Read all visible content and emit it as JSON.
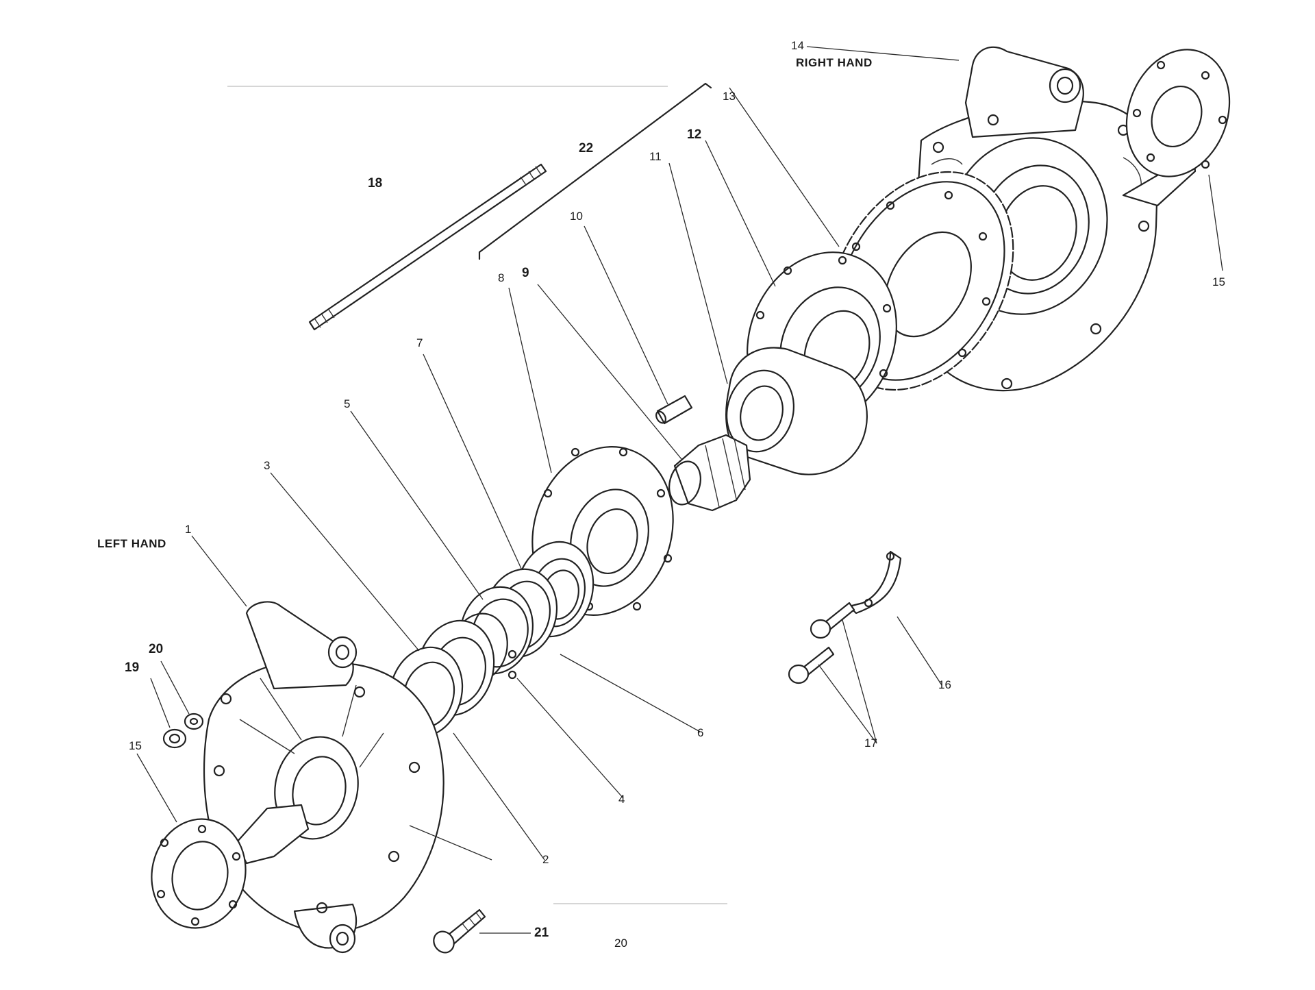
{
  "diagram": {
    "side_labels": {
      "left": "LEFT HAND",
      "right": "RIGHT HAND"
    },
    "page_number": "20",
    "callouts": [
      "1",
      "2",
      "3",
      "4",
      "5",
      "6",
      "7",
      "8",
      "9",
      "10",
      "11",
      "12",
      "13",
      "14",
      "15",
      "15",
      "16",
      "17",
      "18",
      "19",
      "20",
      "21",
      "22"
    ]
  }
}
